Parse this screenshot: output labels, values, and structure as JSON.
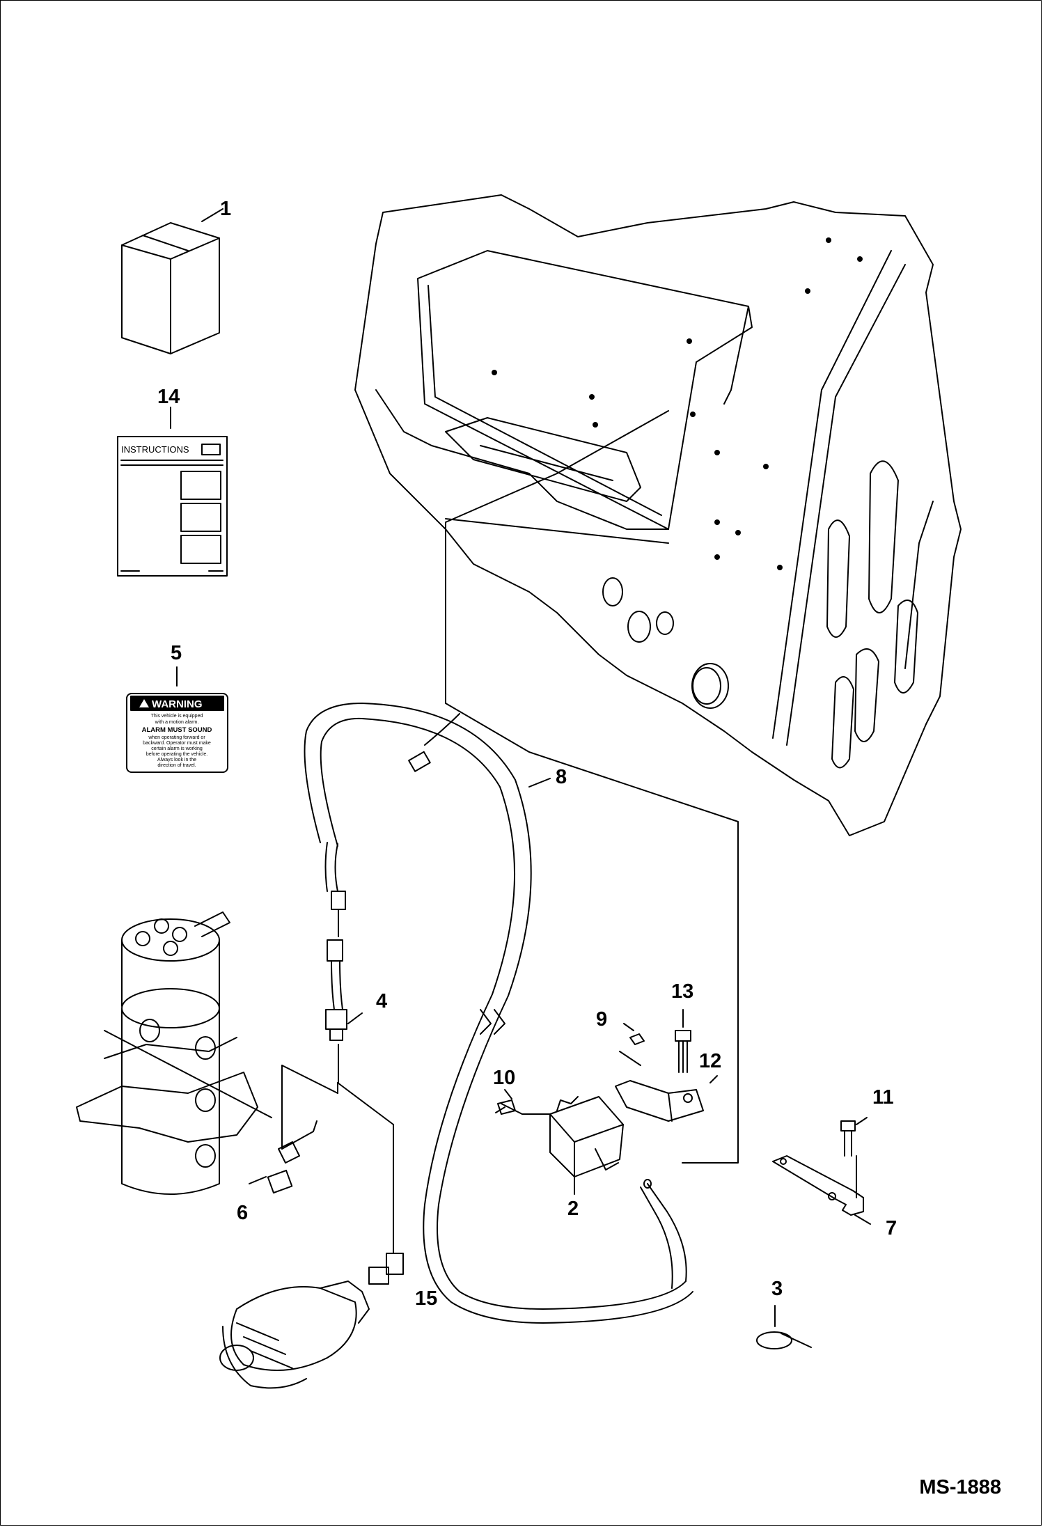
{
  "diagram_id": "MS-1888",
  "callouts": [
    "1",
    "2",
    "3",
    "4",
    "5",
    "6",
    "7",
    "8",
    "9",
    "10",
    "11",
    "12",
    "13",
    "14",
    "15"
  ],
  "instructions_card": {
    "title": "INSTRUCTIONS"
  },
  "warning_decal": {
    "header": "WARNING",
    "line1": "This vehicle is equipped",
    "line2": "with a motion alarm.",
    "bold_line": "ALARM MUST SOUND",
    "line3": "when operating forward or",
    "line4": "backward. Operator must make",
    "line5": "certain alarm is working",
    "line6": "before operating the vehicle.",
    "line7": "Always look in the",
    "line8": "direction of travel."
  },
  "colors": {
    "ink": "#000000",
    "paper": "#ffffff"
  }
}
